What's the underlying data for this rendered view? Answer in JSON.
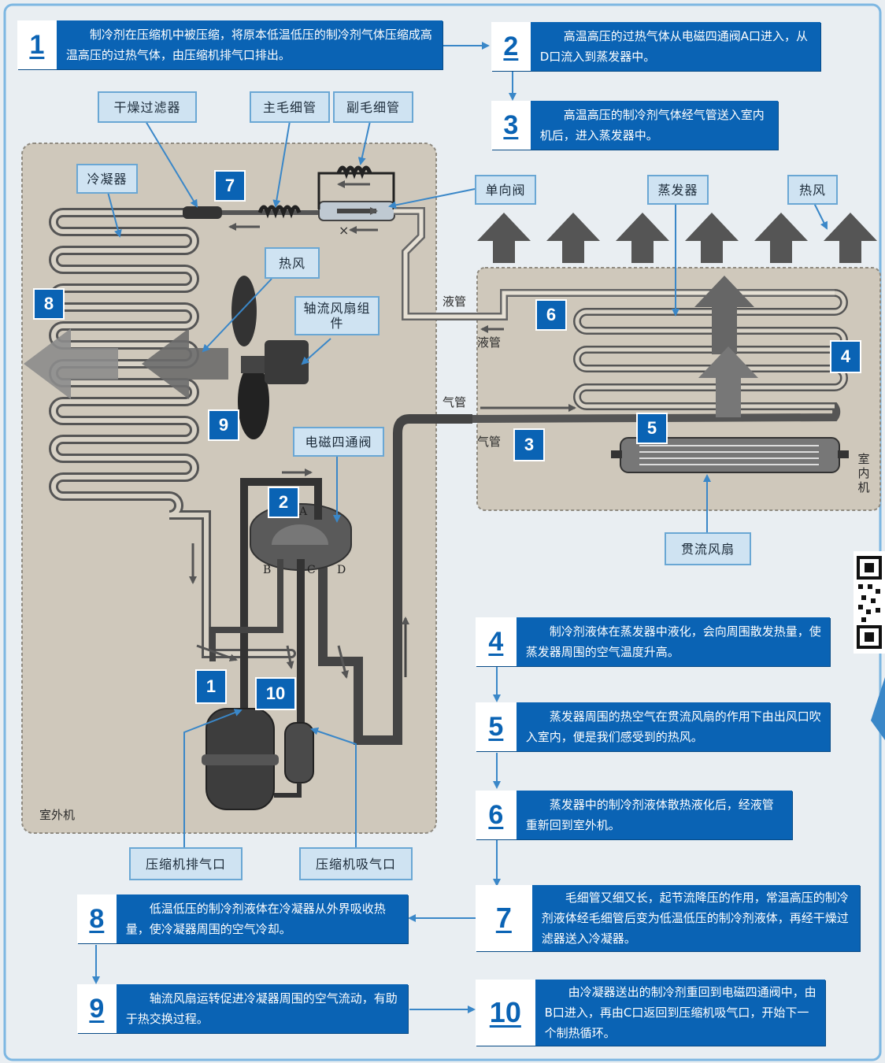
{
  "steps": [
    {
      "num": "1",
      "text": "制冷剂在压缩机中被压缩，将原本低温低压的制冷剂气体压缩成高温高压的过热气体，由压缩机排气口排出。"
    },
    {
      "num": "2",
      "text": "高温高压的过热气体从电磁四通阀A口进入，从D口流入到蒸发器中。"
    },
    {
      "num": "3",
      "text": "高温高压的制冷剂气体经气管送入室内机后，进入蒸发器中。"
    },
    {
      "num": "4",
      "text": "制冷剂液体在蒸发器中液化，会向周围散发热量，使蒸发器周围的空气温度升高。"
    },
    {
      "num": "5",
      "text": "蒸发器周围的热空气在贯流风扇的作用下由出风口吹入室内，便是我们感受到的热风。"
    },
    {
      "num": "6",
      "text": "蒸发器中的制冷剂液体散热液化后，经液管重新回到室外机。"
    },
    {
      "num": "7",
      "text": "毛细管又细又长，起节流降压的作用，常温高压的制冷剂液体经毛细管后变为低温低压的制冷剂液体，再经干燥过滤器送入冷凝器。"
    },
    {
      "num": "8",
      "text": "低温低压的制冷剂液体在冷凝器从外界吸收热量，使冷凝器周围的空气冷却。"
    },
    {
      "num": "9",
      "text": "轴流风扇运转促进冷凝器周围的空气流动，有助于热交换过程。"
    },
    {
      "num": "10",
      "text": "由冷凝器送出的制冷剂重回到电磁四通阀中，由B口进入，再由C口返回到压缩机吸气口，开始下一个制热循环。"
    }
  ],
  "labels": {
    "dryer_filter": "干燥过滤器",
    "main_capillary": "主毛细管",
    "aux_capillary": "副毛细管",
    "condenser": "冷凝器",
    "check_valve": "单向阀",
    "evaporator": "蒸发器",
    "hot_air_indoor": "热风",
    "hot_air_outdoor": "热风",
    "axial_fan": "轴流风扇组件",
    "four_way_valve": "电磁四通阀",
    "cross_flow_fan": "贯流风扇",
    "compressor_discharge": "压缩机排气口",
    "compressor_suction": "压缩机吸气口"
  },
  "text": {
    "outdoor_unit": "室外机",
    "indoor_unit": "室内机",
    "liquid_pipe_1": "液管",
    "liquid_pipe_2": "液管",
    "gas_pipe_1": "气管",
    "gas_pipe_2": "气管",
    "port_a": "A",
    "port_b": "B",
    "port_c": "C",
    "port_d": "D"
  },
  "badges": [
    "7",
    "8",
    "6",
    "4",
    "9",
    "5",
    "2",
    "3",
    "1",
    "10"
  ],
  "colors": {
    "accent": "#0a63b4",
    "label_bg": "#cfe3f2",
    "panel": "#cfc8bb"
  }
}
